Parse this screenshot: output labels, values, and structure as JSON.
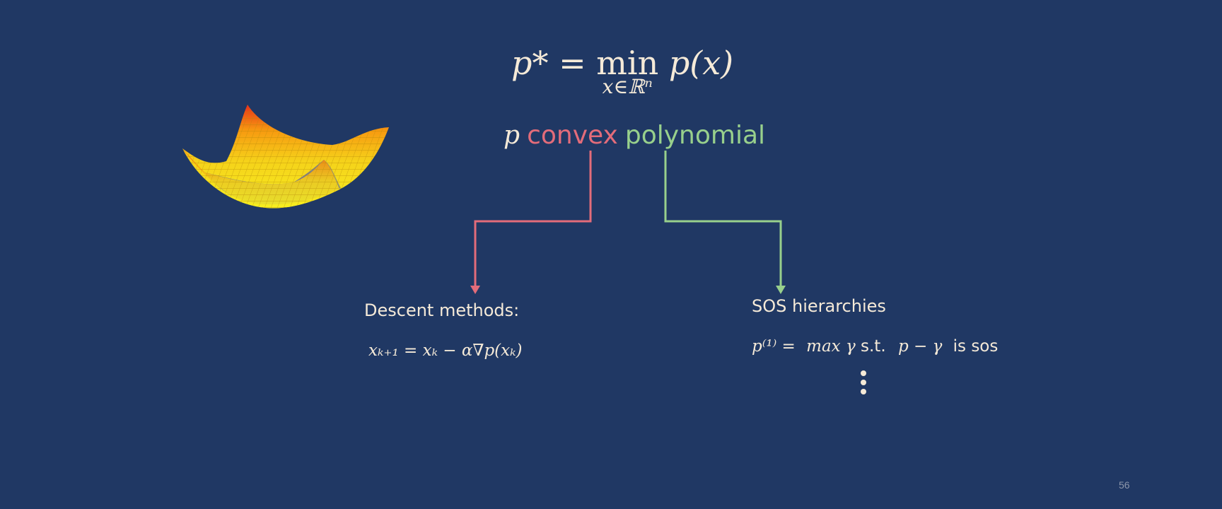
{
  "main_equation": {
    "lhs": "p*",
    "equals": "=",
    "operator": "min",
    "subscript": "x∈ℝⁿ",
    "function": "p(x)"
  },
  "subtitle": {
    "var": "p",
    "word1": "convex",
    "word2": "polynomial"
  },
  "descent": {
    "title": "Descent methods:",
    "equation": "xₖ₊₁ = xₖ − α∇p(xₖ)"
  },
  "sos": {
    "title": "SOS hierarchies",
    "lhs": "p⁽¹⁾ =",
    "max": "max γ",
    "st": "s.t.",
    "expr": "p − γ",
    "tail": "is sos",
    "ellipsis": "⋮"
  },
  "page_number": "56",
  "colors": {
    "background": "#203864",
    "text": "#f5ead8",
    "convex": "#e36c7a",
    "polynomial": "#98d08c"
  }
}
